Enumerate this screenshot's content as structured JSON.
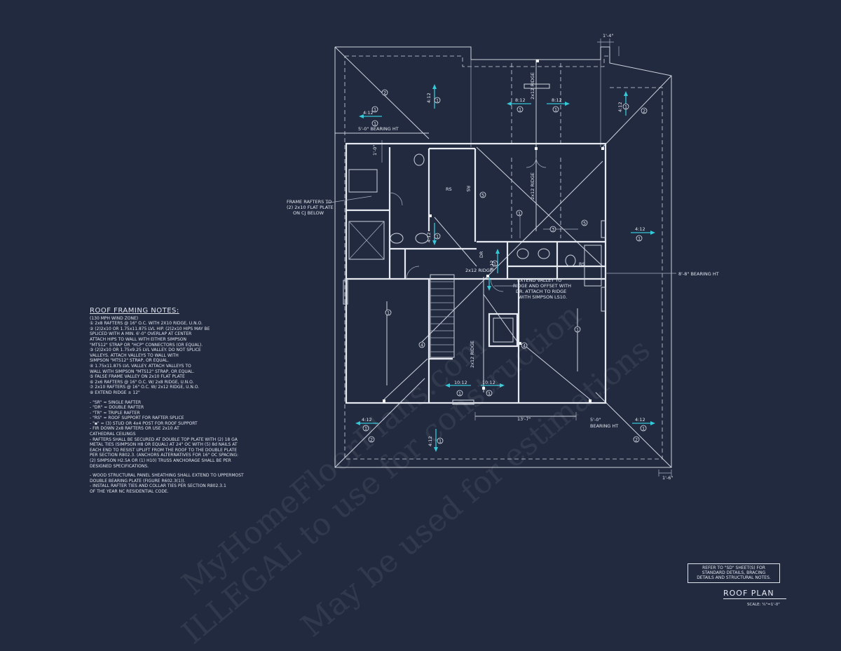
{
  "notes": {
    "title": "ROOF FRAMING NOTES:",
    "items": [
      "(130 MPH WIND ZONE)",
      "① 2x8 RAFTERS @ 16\" O.C. WITH 2X10 RIDGE, U.N.O.",
      "② (2)2x10 OR 1.75x11.875 LVL HIP. (2)2x10 HIPS MAY BE",
      "SPLICED WITH A MIN. 6'-0\" OVERLAP AT CENTER",
      "ATTACH HIPS TO WALL WITH EITHER SIMPSON",
      "\"MTS12\" STRAP OR \"HCP\" CONNECTORS (OR EQUAL).",
      "③ (2)2x10 OR 1.75x9.25 LVL VALLEY.  DO NOT SPLICE",
      "VALLEYS.  ATTACH VALLEYS TO WALL WITH",
      "SIMPSON \"MTS12\" STRAP, OR EQUAL.",
      "④ 1.75x11.875 LVL VALLEY.  ATTACH VALLEYS TO",
      "WALL WITH SIMPSON \"MTS12\" STRAP, OR EQUAL.",
      "⑤ FALSE FRAME VALLEY ON 2x10 FLAT PLATE",
      "⑥ 2x6 RAFTERS @ 16\" O.C. W/ 2x8 RIDGE, U.N.O.",
      "⑦ 2x10 RAFTERS @ 16\" O.C. W/ 2x12 RIDGE, U.N.O.",
      "⑧ EXTEND RIDGE ± 12\"",
      "",
      "- \"SR\" = SINGLE RAFTER",
      "- \"DR\" = DOUBLE RAFTER",
      "- \"TR\" = TRIPLE RAFTER",
      "- \"RS\" = ROOF SUPPORT FOR RAFTER SPLICE",
      "- \"▪\" = (3) STUD OR 4x4 POST FOR ROOF SUPPORT",
      "- FIR DOWN 2x8 RAFTERS OR USE 2x10 AT",
      "  CATHEDRAL CEILINGS",
      "- RAFTERS SHALL BE SECURED AT DOUBLE TOP PLATE WITH (2) 18 GA",
      "  METAL TIES (SIMPSON H8 OR EQUAL) AT 24\" OC WITH (5) 8d NAILS AT",
      "  EACH END TO RESIST UPLIFT FROM THE ROOF TO THE DOUBLE PLATE",
      "  PER SECTION R802.3. (ANCHORS ALTERNATIVES FOR 16\" OC SPACING:",
      "  (2) SIMPSON H2.5A OR (1) H10) TRUSS ANCHORAGE SHALL BE PER",
      "  DESIGNED SPECIFICATIONS.",
      "",
      "- WOOD STRUCTURAL PANEL SHEATHING SHALL EXTEND TO UPPERMOST",
      "  DOUBLE BEARING PLATE (FIGURE R602.3(1)).",
      "- INSTALL RAFTER TIES AND COLLAR TIES PER SECTION R802.3.1",
      "  OF THE YEAR NC RESIDENTIAL CODE."
    ]
  },
  "plan": {
    "bearing_top": "5'-0\" BEARING HT",
    "bearing_right": "8'-8\" BEARING HT",
    "bearing_bottom_a": "5'-0\"",
    "bearing_bottom_b": "BEARING HT",
    "dim_bottom": "13'-7\"",
    "dim_top_right": "1'-4\"",
    "dim_bottom_right": "1'-6\"",
    "dim_left_small": "1'-0\"",
    "frame_note": [
      "FRAME RAFTERS TO",
      "(2) 2x10 FLAT PLATE",
      "ON CJ BELOW"
    ],
    "valley_note": [
      "EXTEND VALLEY TO",
      "RIDGE AND OFFSET WITH",
      "DR. ATTACH TO RIDGE",
      "WITH SIMPSON LS10."
    ],
    "ridge_labels": [
      "2x12 RIDGE",
      "2x12 RIDGE",
      "2x12 RIDGE",
      "2x12 RIDGE"
    ],
    "pitches": [
      "4:12",
      "4:12",
      "8:12",
      "8:12",
      "4:12",
      "4:12",
      "4:12",
      "8:12",
      "10:12",
      "10:12",
      "4:12",
      "4:12",
      "4:12"
    ],
    "misc": [
      "RS",
      "RS",
      "RS",
      "DR",
      "5"
    ],
    "circled": [
      "1",
      "2",
      "3",
      "4",
      "5"
    ]
  },
  "refbox": [
    "REFER TO \"SD\" SHEET(S) FOR",
    "STANDARD DETAILS, BRACING",
    "DETAILS AND STRUCTURAL NOTES."
  ],
  "title": "ROOF PLAN",
  "scale": "SCALE: ¼\"=1'-0\"",
  "watermarks": [
    "MyHomeFloorPlans.com",
    "ILLEGAL to use for construction",
    "May be used for estimations"
  ],
  "colors": {
    "background": "#222a40",
    "line": "#cfd4de",
    "pitch_arrow": "#35c8d6"
  }
}
